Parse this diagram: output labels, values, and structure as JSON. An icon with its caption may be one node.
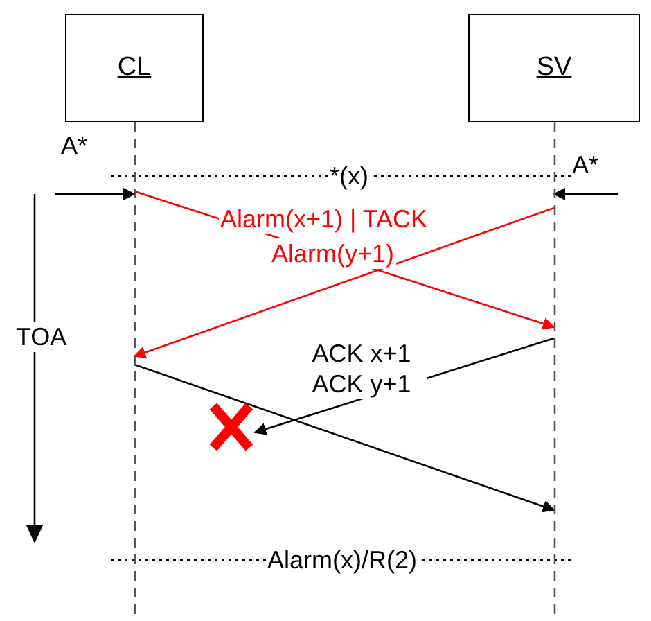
{
  "diagram": {
    "nodes": [
      {
        "text": [
          "CL"
        ]
      },
      {
        "text": [
          "SV"
        ]
      },
      {
        "text": [],
        "shape": "cross"
      }
    ],
    "edges": [
      {
        "from": null,
        "to": 0,
        "arrow": "to",
        "label": "A*"
      },
      {
        "from": null,
        "to": 1,
        "arrow": "to",
        "label": "A*"
      },
      {
        "from": 0,
        "to": 1,
        "arrow": "to",
        "label": "Alarm(x+1) | TACK",
        "color": "#ff0000"
      },
      {
        "from": 1,
        "to": 0,
        "arrow": "to",
        "label": "Alarm(y+1)",
        "color": "#ff0000"
      },
      {
        "from": 1,
        "to": 2,
        "arrow": "to",
        "label": "ACK x+1 ACK y+1"
      },
      {
        "from": 0,
        "to": 1,
        "arrow": "to"
      }
    ],
    "labels": [
      "*(x)",
      "TOA",
      "Alarm(x)/R(2)"
    ]
  }
}
